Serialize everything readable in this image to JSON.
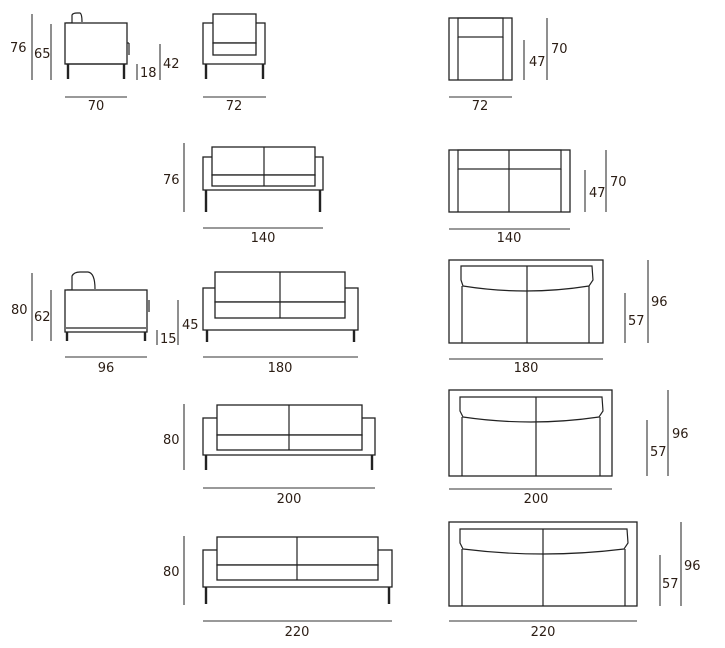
{
  "armchair": {
    "side": {
      "height_total": "76",
      "height_back": "65",
      "leg_height": "18",
      "seat_height": "42",
      "depth": "70"
    },
    "front": {
      "width": "72"
    },
    "top": {
      "width": "72",
      "seat_depth": "47",
      "depth": "70"
    }
  },
  "sofa_140": {
    "front": {
      "height": "76",
      "width": "140"
    },
    "top": {
      "width": "140",
      "seat_depth": "47",
      "depth": "70"
    }
  },
  "sofa_180": {
    "side": {
      "height_total": "80",
      "height_back": "62",
      "leg_height": "15",
      "seat_height": "45",
      "depth": "96"
    },
    "front": {
      "width": "180"
    },
    "top": {
      "width": "180",
      "seat_depth": "57",
      "depth": "96"
    }
  },
  "sofa_200": {
    "front": {
      "height": "80",
      "width": "200"
    },
    "top": {
      "width": "200",
      "seat_depth": "57",
      "depth": "96"
    }
  },
  "sofa_220": {
    "front": {
      "height": "80",
      "width": "220"
    },
    "top": {
      "width": "220",
      "seat_depth": "57",
      "depth": "96"
    }
  }
}
